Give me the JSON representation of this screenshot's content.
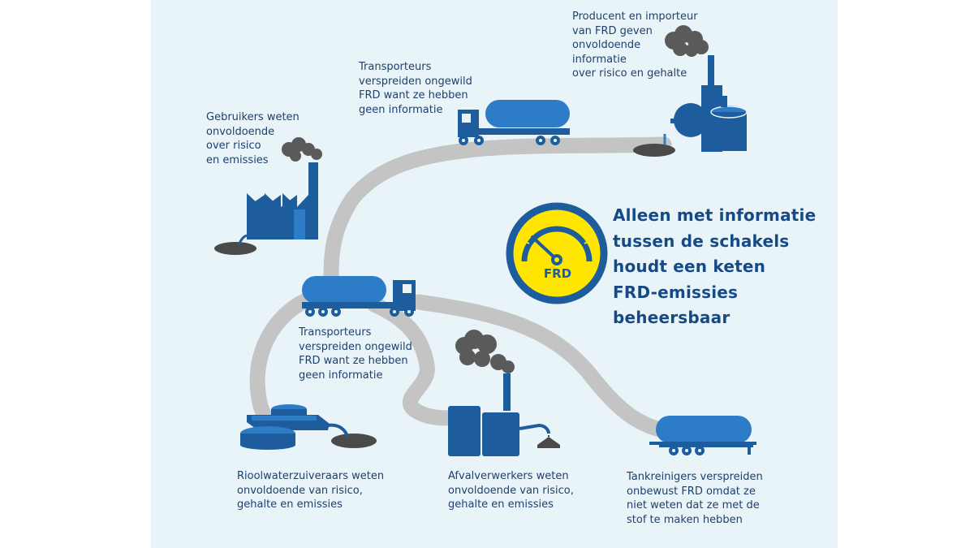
{
  "colors": {
    "background": "#e9f4f9",
    "road": "#c4c4c4",
    "icon_blue": "#1d5d9e",
    "icon_light_blue": "#2c7cc7",
    "smoke": "#5a5a5a",
    "gauge_yellow": "#ffe600",
    "text": "#1f3f6e",
    "headline": "#164a86"
  },
  "labels": {
    "producer": "Producent en importeur\nvan FRD geven\nonvoldoende\ninformatie\nover risico en gehalte",
    "transporters_top": "Transporteurs\nverspreiden ongewild\nFRD want ze hebben\ngeen informatie",
    "users": "Gebruikers weten\nonvoldoende\nover risico\nen emissies",
    "transporters_mid": "Transporteurs\nverspreiden ongewild\nFRD want ze hebben\ngeen informatie",
    "sewage": "Rioolwaterzuiveraars weten\nonvoldoende van risico,\ngehalte en emissies",
    "waste": "Afvalverwerkers weten\nonvoldoende van risico,\ngehalte en emissies",
    "tank_cleaners": "Tankreinigers verspreiden\nonbewust FRD omdat ze\nniet weten dat ze met de\nstof te maken hebben"
  },
  "headline": "Alleen met informatie\ntussen de schakels\nhoudt een keten\nFRD-emissies\nbeheersbaar",
  "gauge": {
    "label": "FRD",
    "icon": "gauge-icon"
  },
  "icons": [
    "chemical-plant-icon",
    "tanker-truck-icon",
    "factory-icon",
    "sewage-plant-icon",
    "waste-plant-icon",
    "tank-trailer-icon",
    "smoke-icon",
    "spill-icon"
  ]
}
